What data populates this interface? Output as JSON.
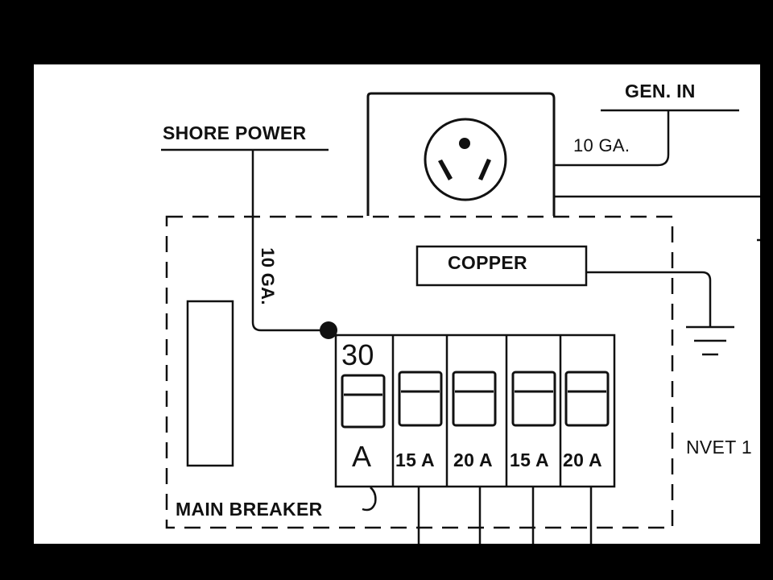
{
  "labels": {
    "gen_in": "GEN. IN",
    "shore_power": "SHORE POWER",
    "gen_gauge": "10 GA.",
    "shore_gauge": "10 GA.",
    "copper": "COPPER",
    "main_breaker": "MAIN BREAKER",
    "nvet": "NVET 1"
  },
  "breakers": {
    "main_rating_top": "30",
    "main_rating_bottom": "A",
    "branches": [
      "15 A",
      "20 A",
      "15 A",
      "20 A"
    ]
  }
}
